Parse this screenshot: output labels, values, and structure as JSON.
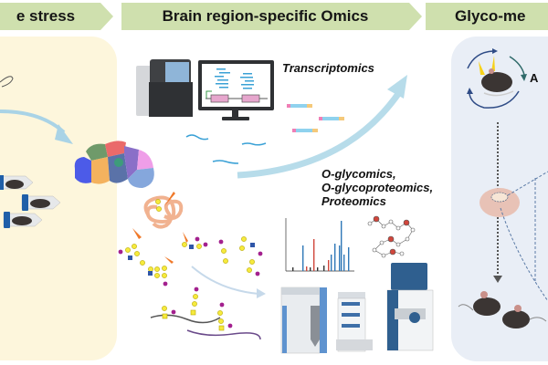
{
  "sections": [
    {
      "id": "stress",
      "title": "e stress"
    },
    {
      "id": "omics",
      "title": "Brain region-specific  Omics"
    },
    {
      "id": "glyco",
      "title": "Glyco-me"
    }
  ],
  "omics": {
    "transcriptomics_label": "Transcriptomics",
    "glyco_labels": [
      "O-glycomics,",
      "O-glycoproteomics,",
      "Proteomics"
    ]
  },
  "colors": {
    "banner": "#cfe0ae",
    "left_panel": "#fdf6dc",
    "right_panel": "#e9eef6",
    "arrow_blue": "#a9d3e6",
    "mouse": "#3b3533",
    "spectrum_blue": "#2f78b7",
    "spectrum_red": "#d0463c"
  },
  "icons": {
    "sequencer": "sequencer-instrument-icon",
    "monitor": "monitor-icon",
    "brain": "brain-regions-icon",
    "mass_spec": "mass-spectrometer-icon",
    "network": "protein-network-icon",
    "mouse": "mouse-icon"
  }
}
